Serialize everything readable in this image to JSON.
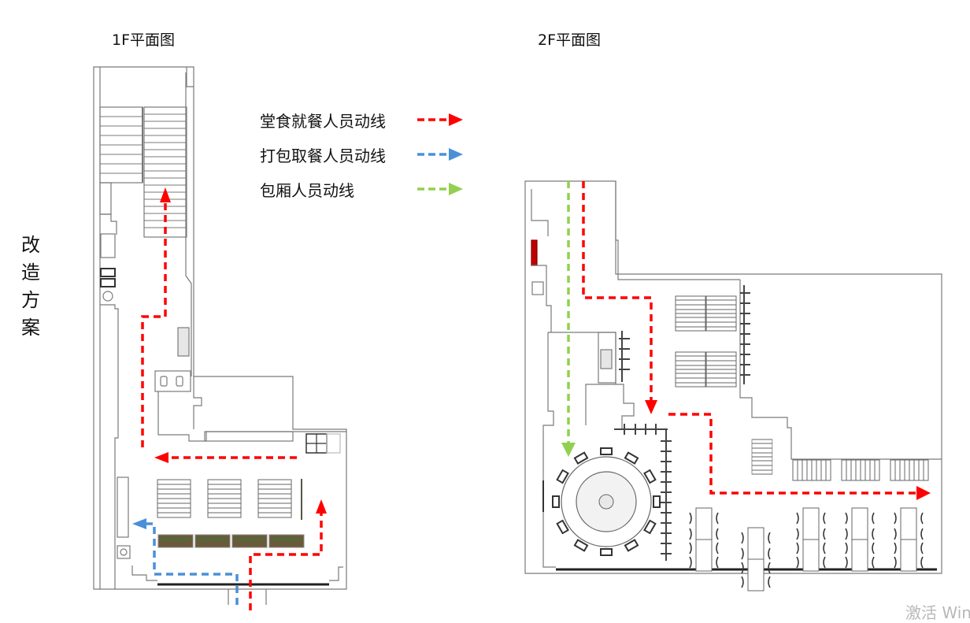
{
  "side_label": [
    "改",
    "造",
    "方",
    "案"
  ],
  "floors": {
    "f1": {
      "title": "1F平面图"
    },
    "f2": {
      "title": "2F平面图"
    }
  },
  "legend": [
    {
      "label": "堂食就餐人员动线",
      "color": "#ff0000",
      "icon": "dashed-arrow-right"
    },
    {
      "label": "打包取餐人员动线",
      "color": "#4a90d9",
      "icon": "dashed-arrow-right"
    },
    {
      "label": "包厢人员动线",
      "color": "#92d050",
      "icon": "dashed-arrow-right"
    }
  ],
  "colors": {
    "wall": "#7a7a7a",
    "furniture": "#555555",
    "dine_in_route": "#ff0000",
    "takeaway_route": "#4a90d9",
    "private_room_route": "#92d050",
    "fire_extinguisher": "#c00000",
    "planter": "#6b5a3a"
  },
  "watermark": "激活 Win"
}
